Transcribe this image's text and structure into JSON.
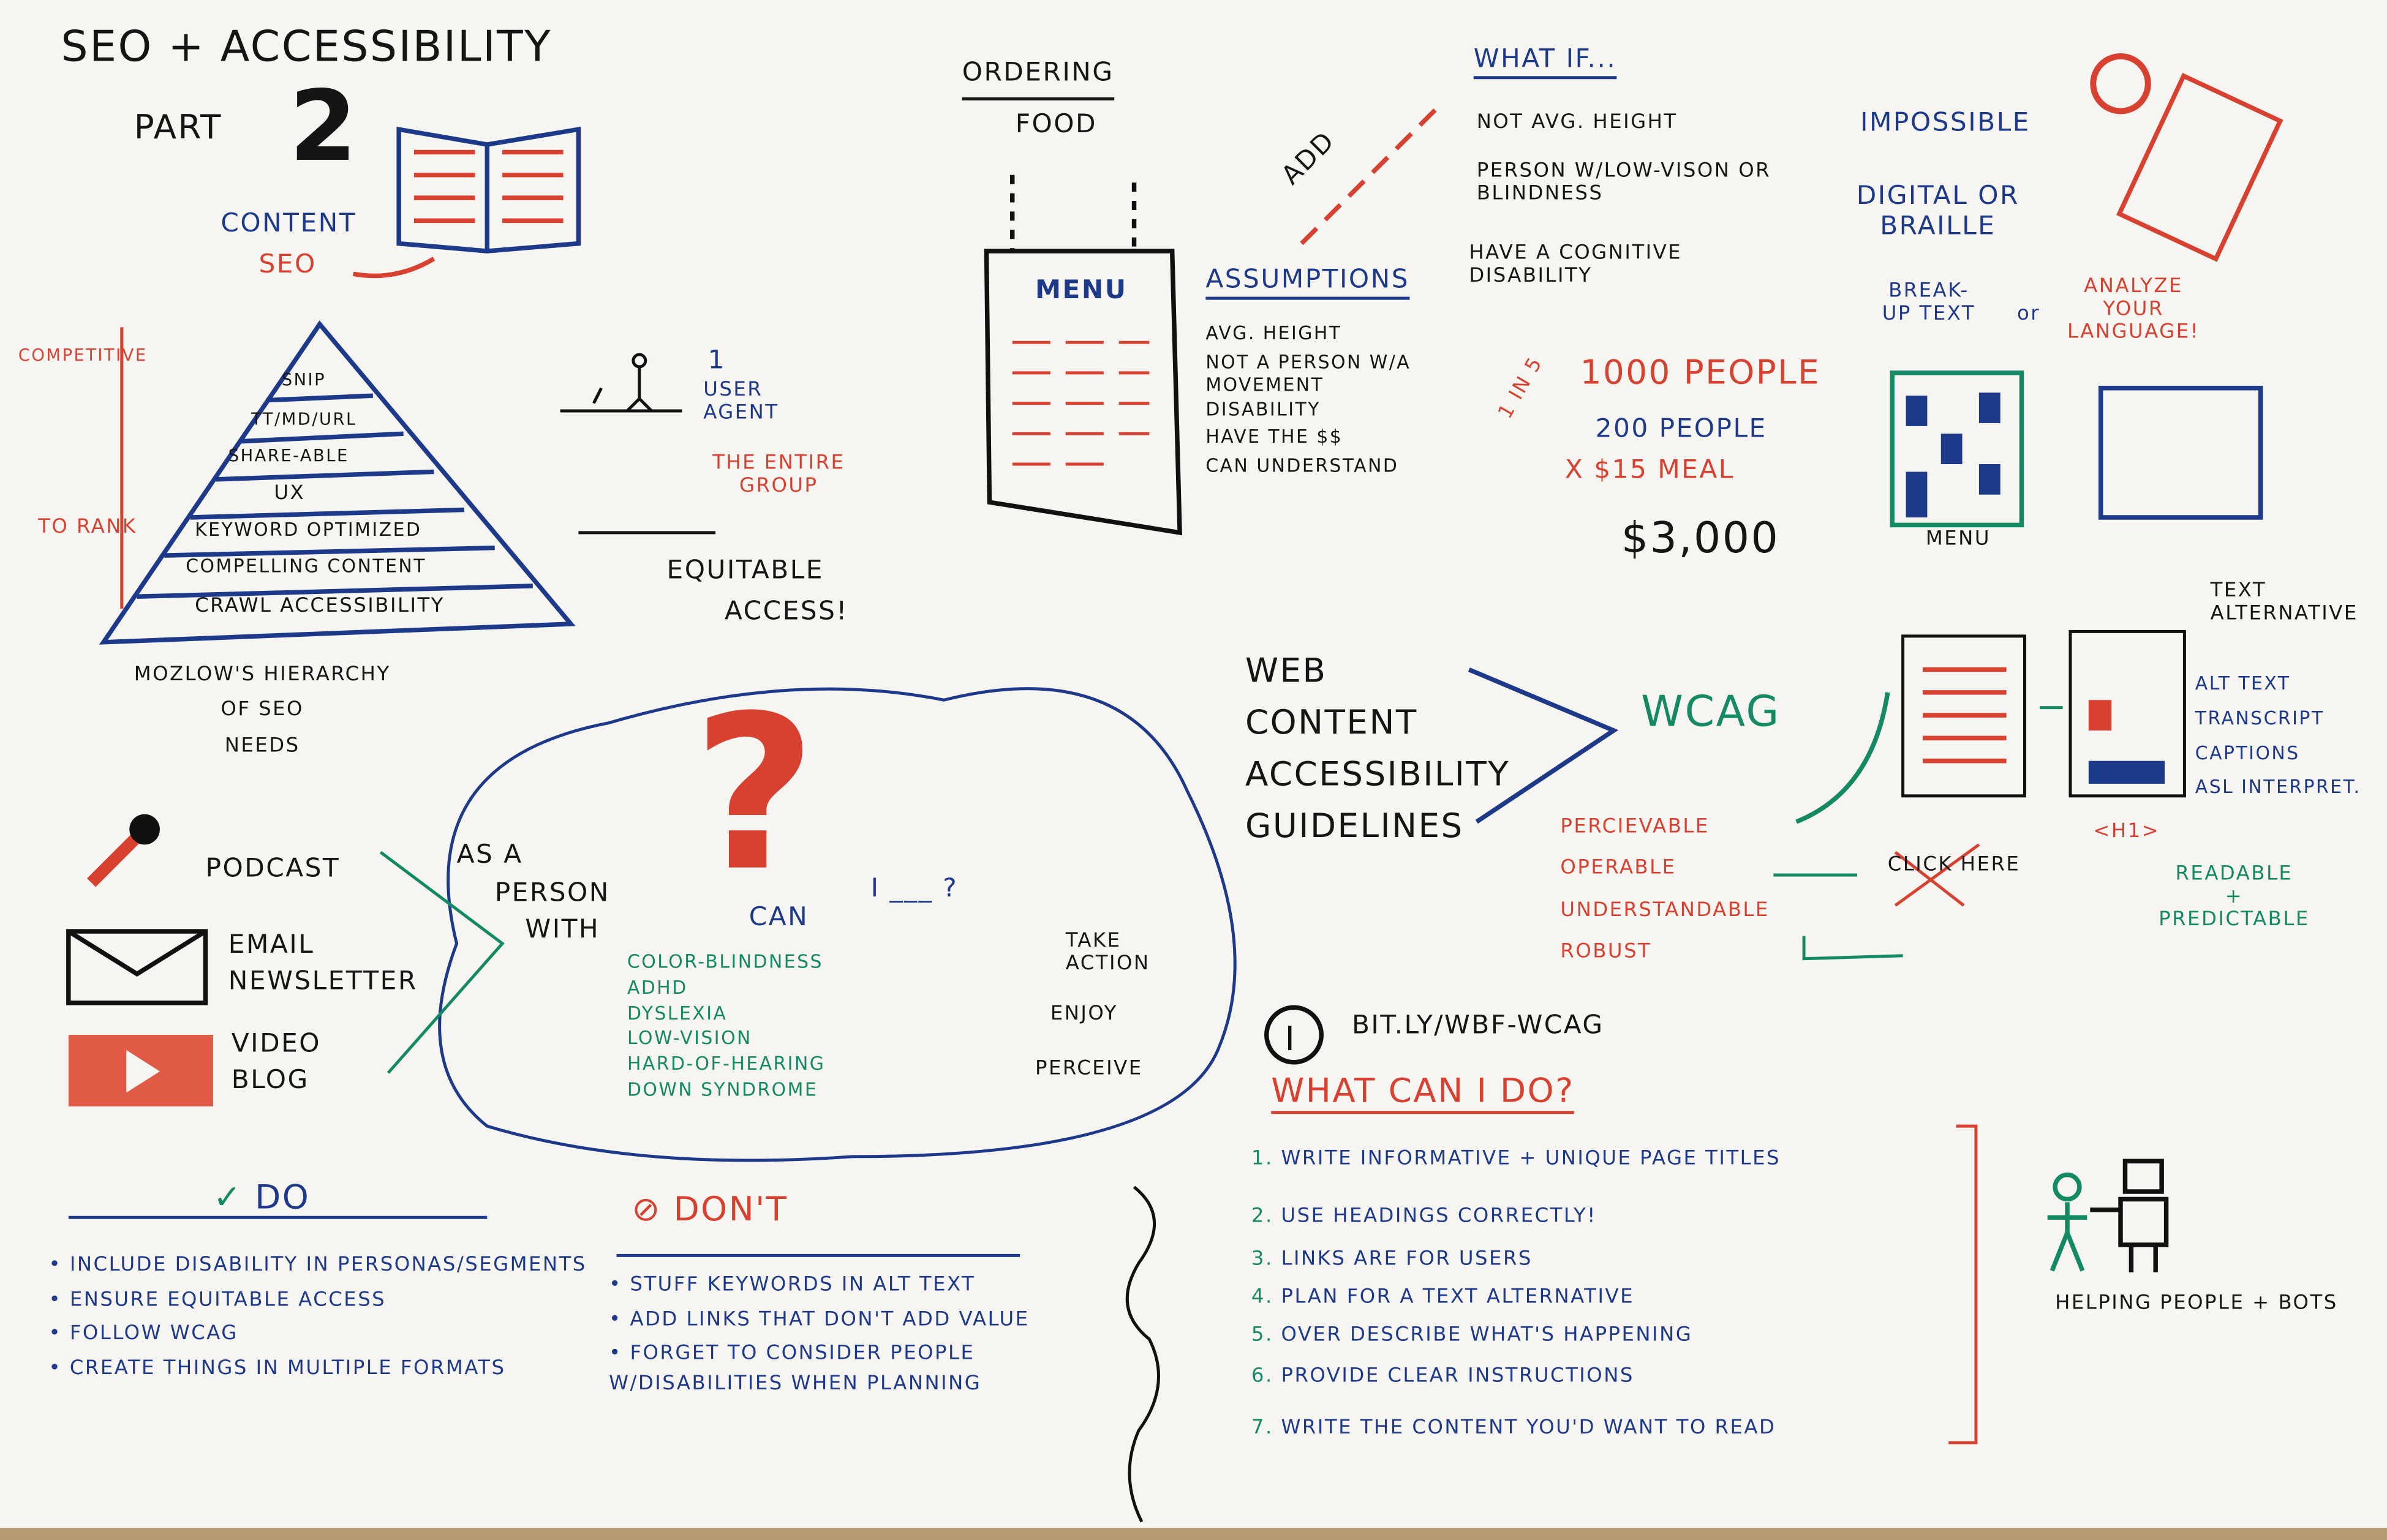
{
  "title": "SEO + Accessibility",
  "part": {
    "label": "Part",
    "number": "2"
  },
  "content_seo": [
    "Content",
    "SEO"
  ],
  "pyramid": {
    "axis_top": "Competitive",
    "axis_bottom": "To Rank",
    "levels": [
      "SNIP",
      "TT/MD/URL",
      "Share-able",
      "UX",
      "Keyword Optimized",
      "Compelling Content",
      "Crawl Accessibility"
    ],
    "caption": [
      "Mozlow's Hierarchy",
      "of SEO",
      "Needs"
    ]
  },
  "user_agent": {
    "count": "1",
    "label": [
      "User",
      "Agent"
    ],
    "group": [
      "The Entire",
      "Group"
    ],
    "equitable": [
      "Equitable",
      "Access!"
    ]
  },
  "ordering": {
    "title": [
      "Ordering",
      "Food"
    ],
    "menu": "Menu",
    "add": "ADD"
  },
  "assumptions": {
    "title": "Assumptions",
    "items": [
      "Avg. Height",
      "Not a person w/a movement disability",
      "Have the $$",
      "Can understand"
    ]
  },
  "what_if": {
    "title": "What if...",
    "items": [
      "Not Avg. Height",
      "Person w/low-vison or blindness",
      "Have a cognitive disability"
    ],
    "results": [
      "Impossible",
      "Digital or Braille",
      "Break-up Text"
    ],
    "or": "or",
    "analyze": [
      "Analyze",
      "your",
      "language!"
    ]
  },
  "math": {
    "ratio": "1 in 5",
    "total": "1000 People",
    "subset": "200 People",
    "multiplier": "x $15 Meal",
    "result": "$3,000",
    "menu_label": "Menu"
  },
  "channels": [
    "Podcast",
    "Email Newsletter",
    "Video Blog"
  ],
  "as_a_person": {
    "lead": [
      "As a",
      "Person",
      "with"
    ],
    "can": "Can",
    "i": "I ___ ?",
    "conditions": [
      "Color-blindness",
      "ADHD",
      "Dyslexia",
      "Low-vision",
      "Hard-of-hearing",
      "Down syndrome"
    ],
    "verbs": [
      "Take Action",
      "Enjoy",
      "Perceive"
    ],
    "question_mark": "?"
  },
  "wcag": {
    "full": [
      "Web",
      "Content",
      "Accessibility",
      "Guidelines"
    ],
    "acronym": "WCAG",
    "pour": [
      "Percievable",
      "Operable",
      "Understandable",
      "Robust"
    ],
    "click_here": "Click Here",
    "tag": "<H1>",
    "readable": [
      "Readable",
      "+",
      "Predictable"
    ],
    "text_alt_title": [
      "Text",
      "Alternative"
    ],
    "text_alt": [
      "Alt Text",
      "Transcript",
      "Captions",
      "ASL Interpret."
    ],
    "link": "bit.ly/wbf-wcag"
  },
  "what_can_i_do": {
    "title": "What can I do?",
    "items": [
      {
        "n": "1.",
        "t": "Write informative + unique page titles"
      },
      {
        "n": "2.",
        "t": "Use headings correctly!"
      },
      {
        "n": "3.",
        "t": "Links are for users"
      },
      {
        "n": "4.",
        "t": "Plan for a text alternative"
      },
      {
        "n": "5.",
        "t": "Over describe what's happening"
      },
      {
        "n": "6.",
        "t": "Provide clear instructions"
      },
      {
        "n": "7.",
        "t": "Write the content you'd want to read"
      }
    ]
  },
  "helping": [
    "Helping People",
    "+ Bots"
  ],
  "do": {
    "title": "Do",
    "items": [
      "Include disability in personas/segments",
      "Ensure equitable access",
      "Follow WCAG",
      "Create things in multiple formats"
    ]
  },
  "dont": {
    "title": "Don't",
    "items": [
      "Stuff keywords in alt text",
      "Add links that don't add value",
      "Forget to consider people w/disabilities when planning"
    ]
  },
  "colors": {
    "board": "#f6f5f1",
    "black": "#151515",
    "blue": "#1d3a8a",
    "red": "#d8412f",
    "green": "#138a63"
  }
}
